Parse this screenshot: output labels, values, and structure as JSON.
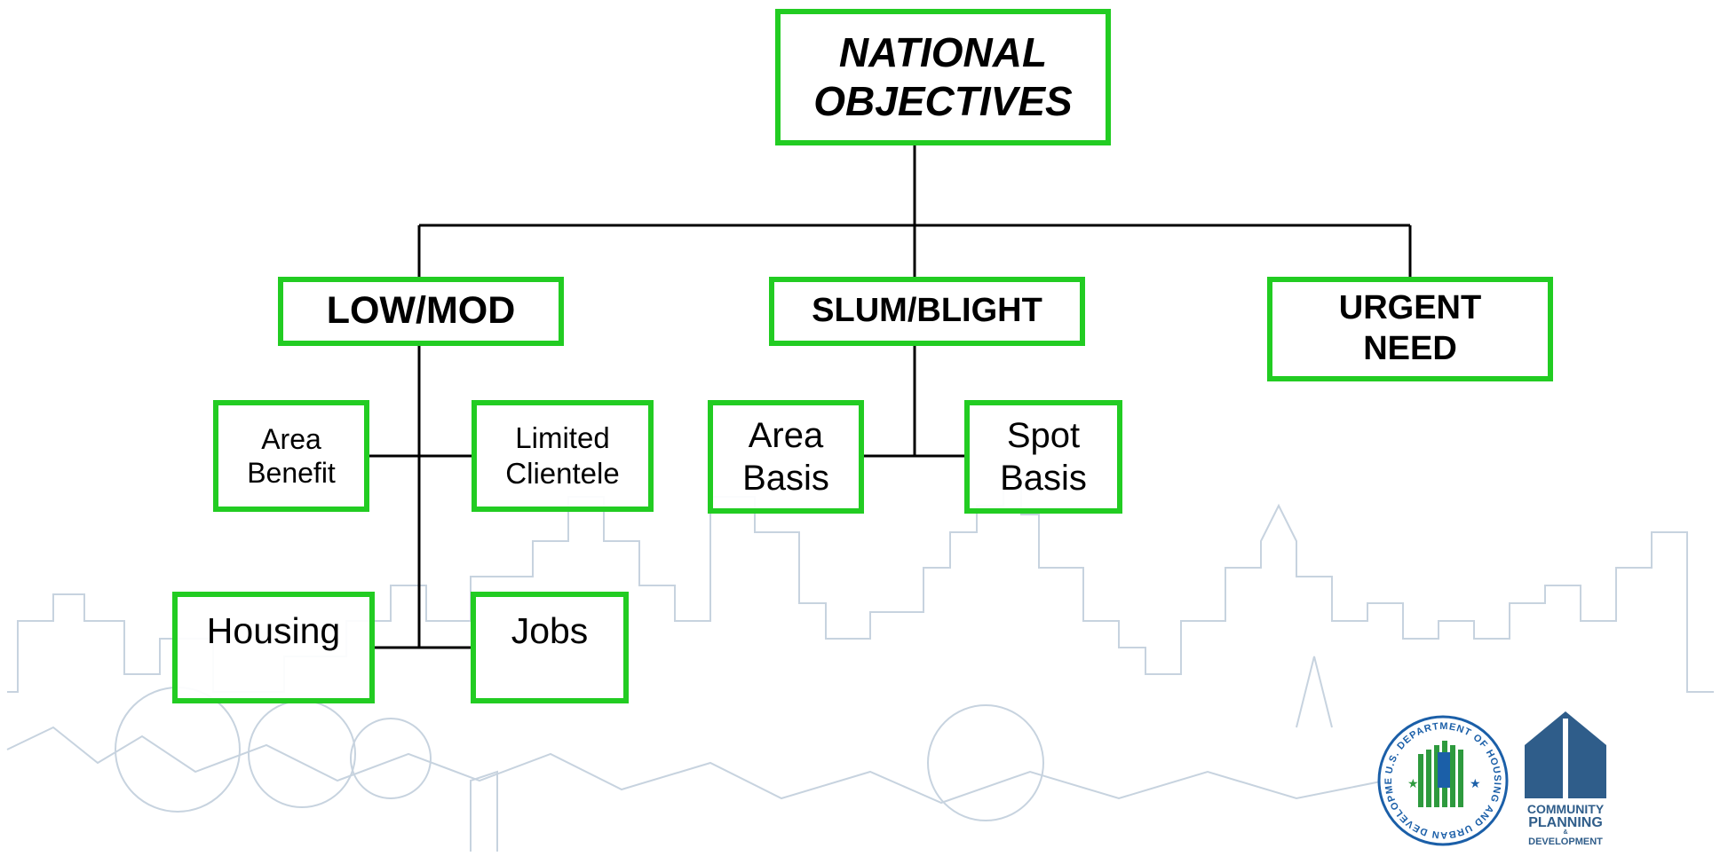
{
  "diagram": {
    "root": {
      "line1": "NATIONAL",
      "line2": "OBJECTIVES"
    },
    "categories": {
      "low_mod": "LOW/MOD",
      "slum_blight": "SLUM/BLIGHT",
      "urgent_need": {
        "line1": "URGENT",
        "line2": "NEED"
      }
    },
    "low_mod_children": {
      "area_benefit": {
        "line1": "Area",
        "line2": "Benefit"
      },
      "limited_clientele": {
        "line1": "Limited",
        "line2": "Clientele"
      },
      "housing": "Housing",
      "jobs": "Jobs"
    },
    "slum_blight_children": {
      "area_basis": {
        "line1": "Area",
        "line2": "Basis"
      },
      "spot_basis": {
        "line1": "Spot",
        "line2": "Basis"
      }
    }
  },
  "logos": {
    "hud_seal_text": "U.S. DEPARTMENT OF HOUSING AND URBAN DEVELOPMENT",
    "cpd_text": {
      "line1": "COMMUNITY",
      "line2": "PLANNING",
      "line3": "&",
      "line4": "DEVELOPMENT"
    }
  },
  "colors": {
    "box_border": "#22cc22",
    "connector": "#000000",
    "skyline": "#c7d3df",
    "cpd_blue": "#2f5d8a",
    "hud_blue": "#1b5fa8",
    "hud_green": "#2e9a3e"
  }
}
